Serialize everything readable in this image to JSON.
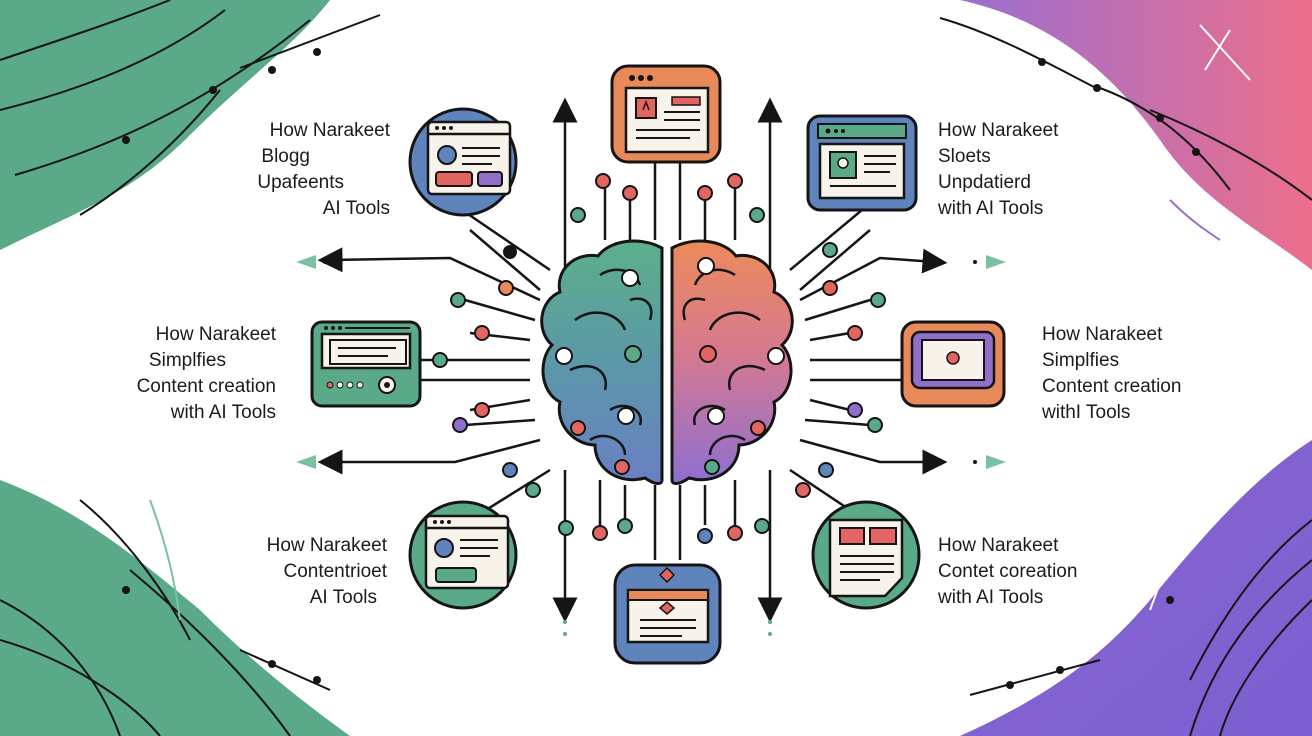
{
  "labels": {
    "top_left": [
      "How Narakeet",
      "Blogg",
      "Upafeents",
      "AI Tools"
    ],
    "top_right": [
      "How Narakeet",
      "Sloets",
      "Unpdatierd",
      "with AI Tools"
    ],
    "mid_left": [
      "How Narakeet",
      "Simplfies",
      "Content creation",
      "with AI Tools"
    ],
    "mid_right": [
      "How Narakeet",
      "Simplfies",
      "Content creation",
      "withI Tools"
    ],
    "bot_left": [
      "How Narakeet",
      "Contentrioet",
      "AI Tools"
    ],
    "bot_right": [
      "How Narakeet",
      "Contet coreation",
      "with AI Tools"
    ]
  },
  "colors": {
    "green": "#5aa988",
    "orange": "#e8895a",
    "purple": "#8f6fc9",
    "blue": "#5f84bb",
    "red": "#e26562",
    "pink": "#e86f8d",
    "ink": "#151515",
    "cream": "#f7f2ea"
  },
  "icons": [
    "brain-icon",
    "browser-window-icon",
    "document-icon",
    "media-player-icon",
    "arrow-icon"
  ]
}
